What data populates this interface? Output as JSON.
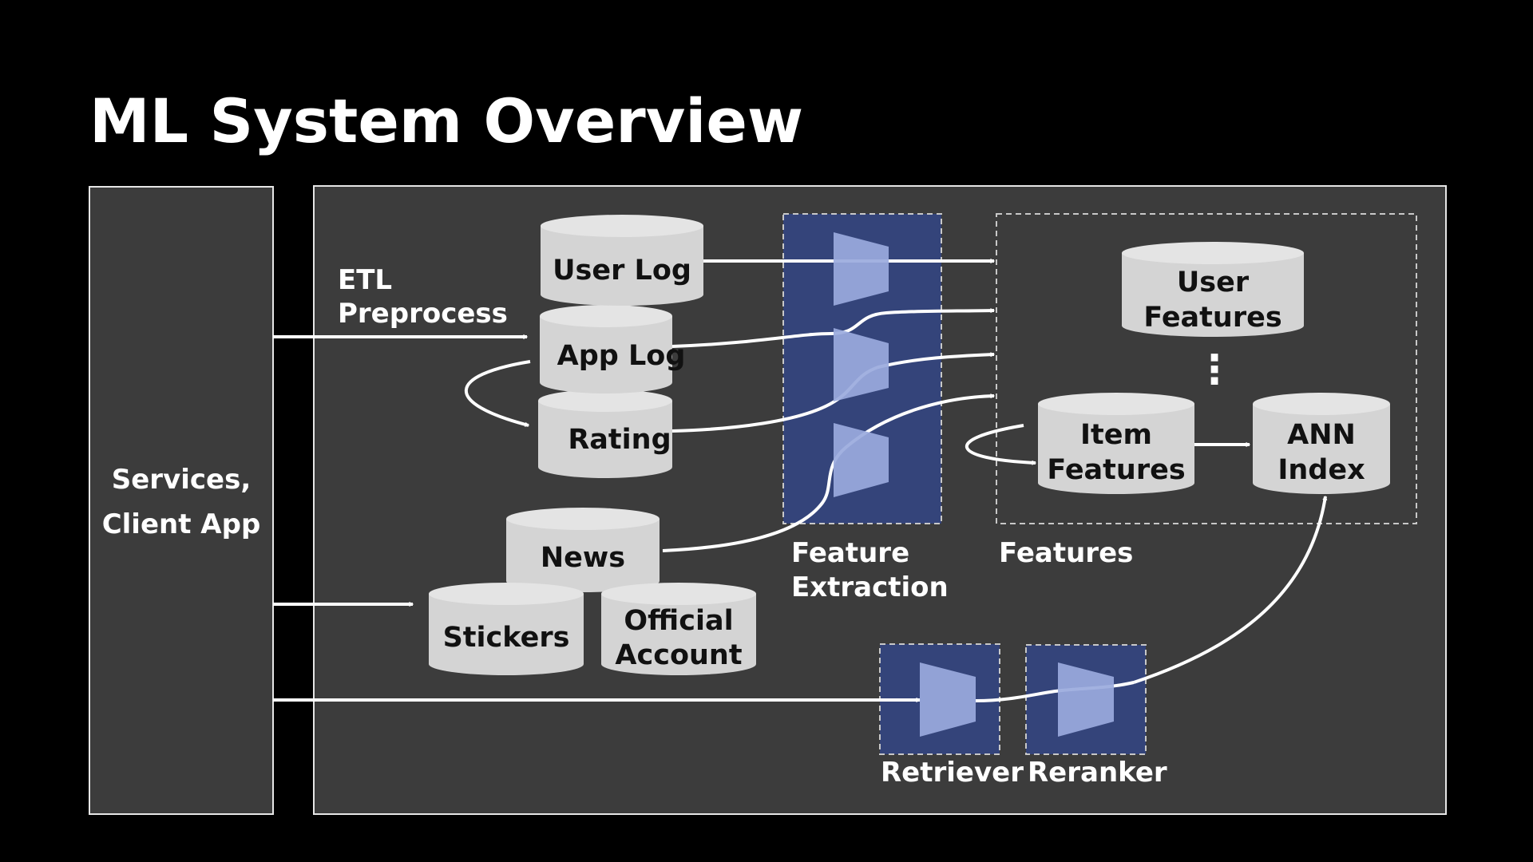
{
  "title": "ML System Overview",
  "colors": {
    "background": "#000000",
    "panel": "#3c3c3c",
    "panel_border": "#e6e6e6",
    "cylinder": "#d4d4d4",
    "cylinder_top": "#e4e4e4",
    "model_box": "#34447a",
    "model_shape": "#9aaadd",
    "arrow": "#ffffff"
  },
  "services": {
    "line1": "Services,",
    "line2": "Client App"
  },
  "etl": {
    "line1": "ETL",
    "line2": "Preprocess"
  },
  "logs": {
    "user_log": "User Log",
    "app_log": "App Log",
    "rating": "Rating"
  },
  "content": {
    "news": "News",
    "stickers": "Stickers",
    "official_line1": "Official",
    "official_line2": "Account"
  },
  "feature_extraction": {
    "line1": "Feature",
    "line2": "Extraction"
  },
  "features": {
    "label": "Features",
    "user_line1": "User",
    "user_line2": "Features",
    "ellipsis": "⋮",
    "item_line1": "Item",
    "item_line2": "Features",
    "ann_line1": "ANN",
    "ann_line2": "Index"
  },
  "models": {
    "retriever": "Retriever",
    "reranker": "Reranker"
  }
}
